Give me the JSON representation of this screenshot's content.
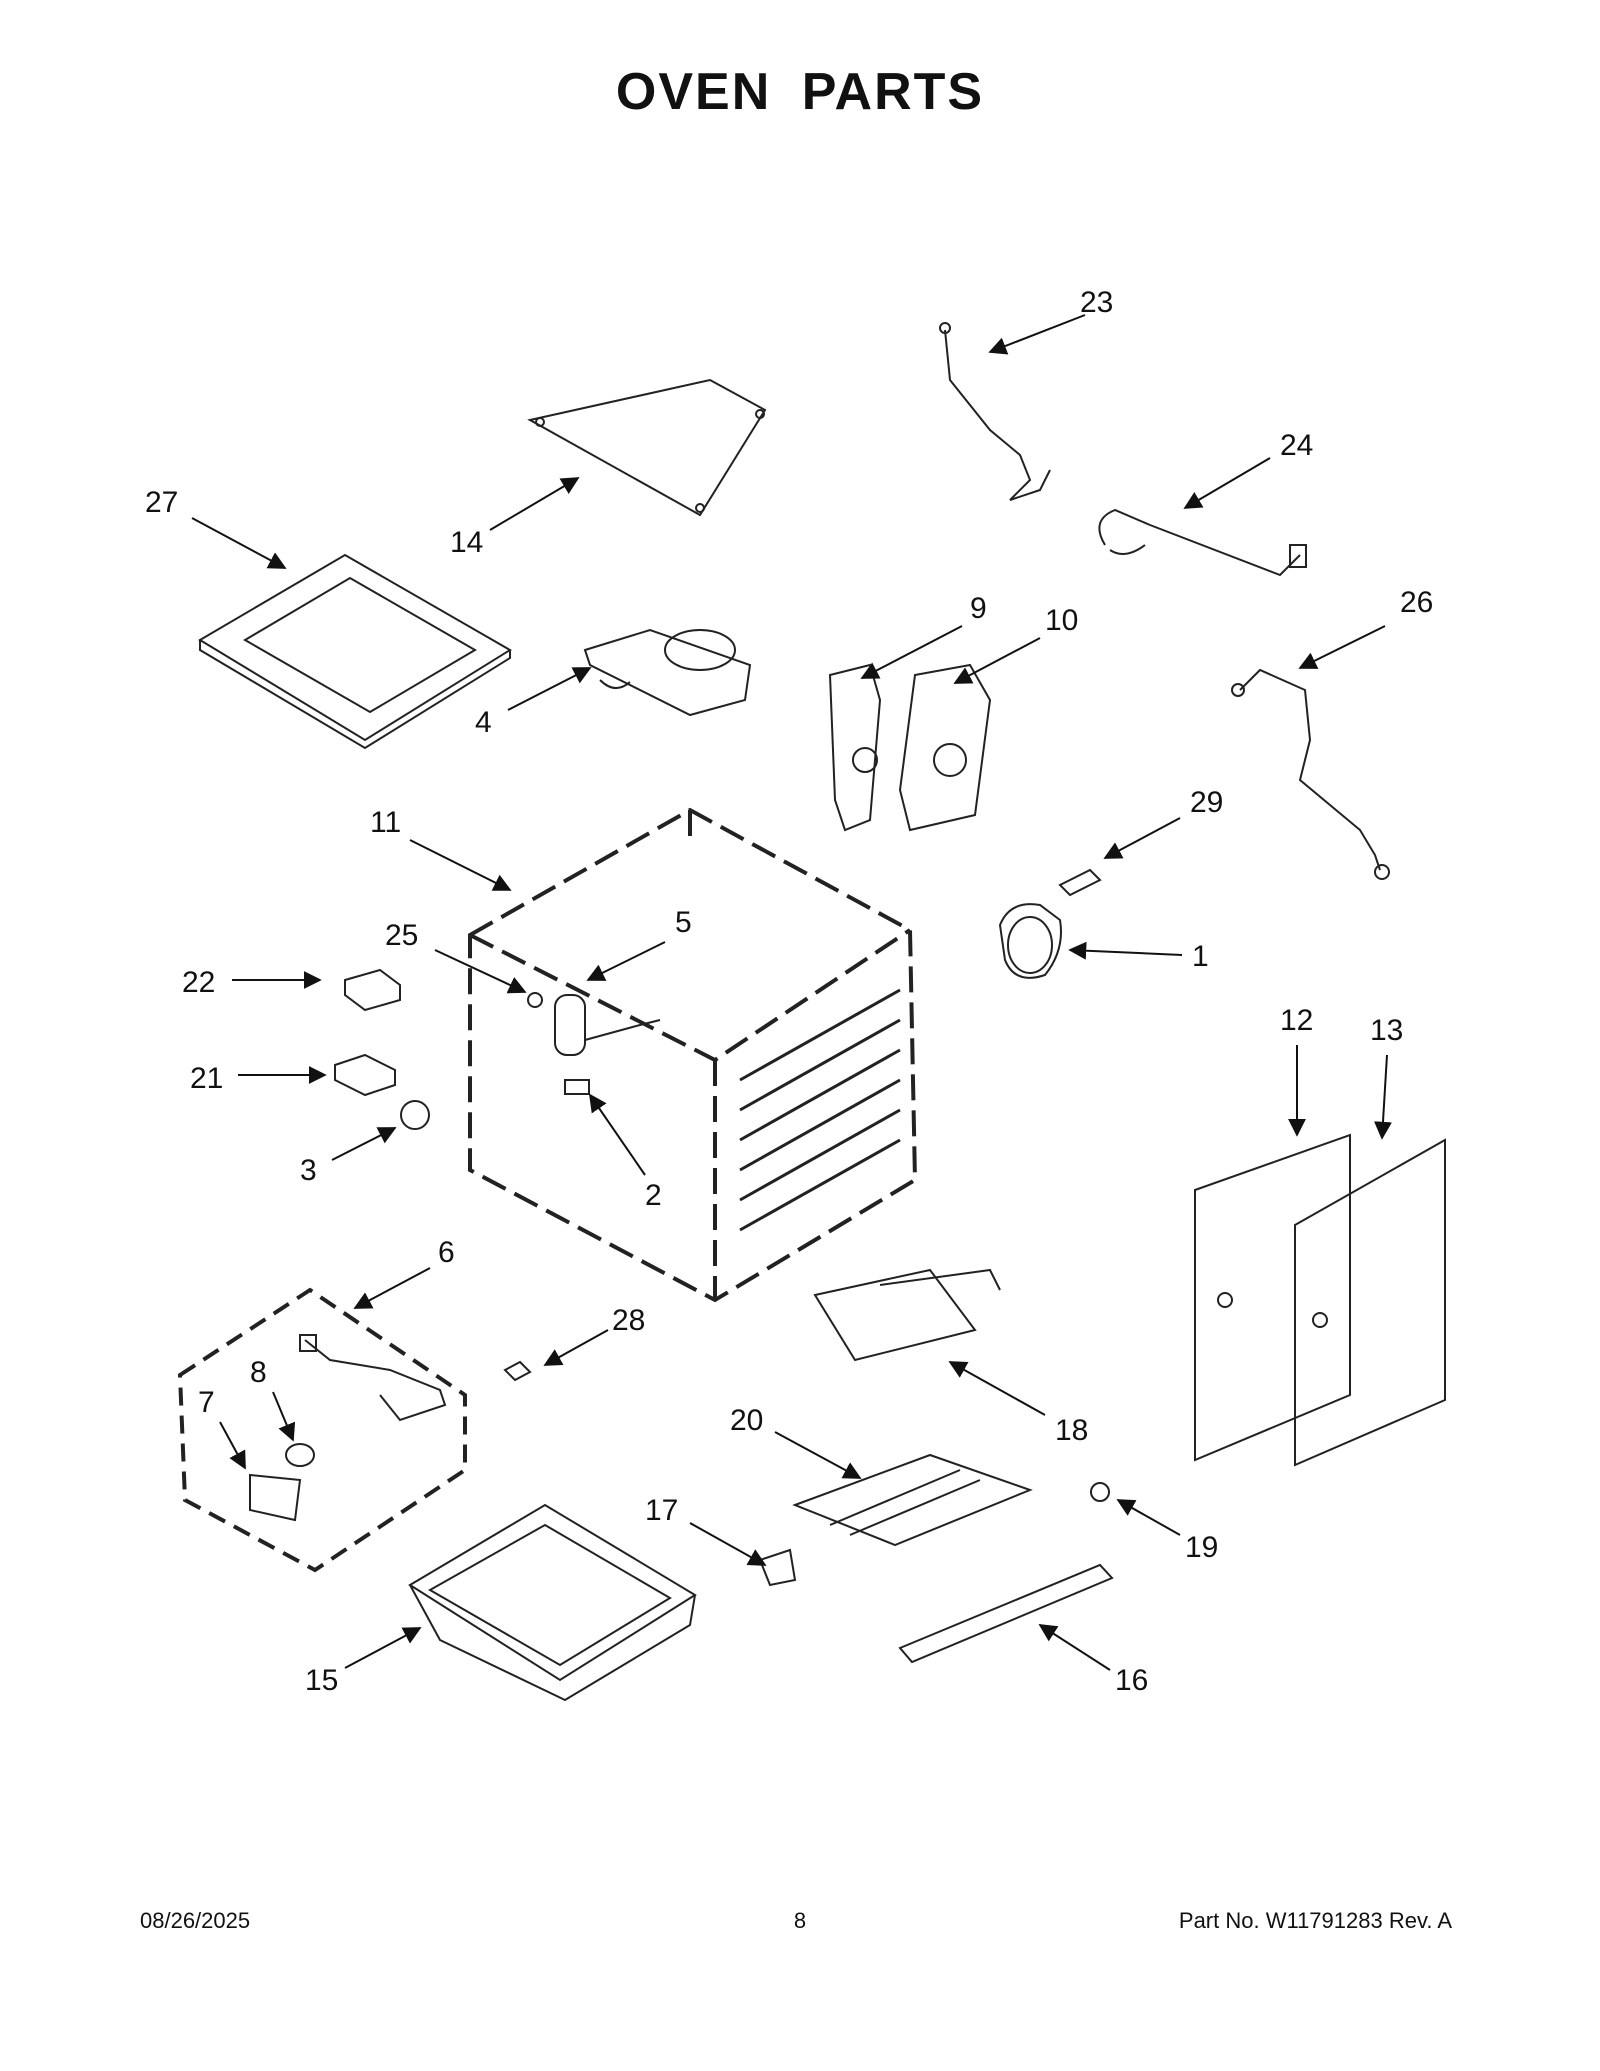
{
  "title": "OVEN  PARTS",
  "callouts": [
    "1",
    "2",
    "3",
    "4",
    "5",
    "6",
    "7",
    "8",
    "9",
    "10",
    "11",
    "12",
    "13",
    "14",
    "15",
    "16",
    "17",
    "18",
    "19",
    "20",
    "21",
    "22",
    "23",
    "24",
    "25",
    "26",
    "27",
    "28",
    "29"
  ],
  "footer": {
    "date": "08/26/2025",
    "page": "8",
    "part_no": "Part No.  W11791283  Rev.  A"
  }
}
